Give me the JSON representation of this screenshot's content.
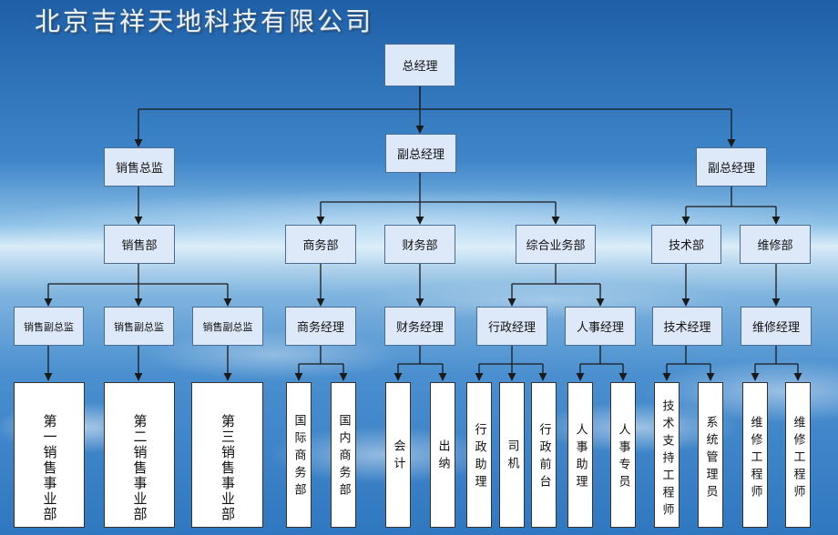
{
  "title": "北京吉祥天地科技有限公司",
  "nodes": {
    "gm": "总经理",
    "sales_director": "销售总监",
    "dgm1": "副总经理",
    "dgm2": "副总经理",
    "sales_dept": "销售部",
    "business_dept": "商务部",
    "finance_dept": "财务部",
    "general_dept": "综合业务部",
    "tech_dept": "技术部",
    "repair_dept": "维修部",
    "sales_deputy_1": "销售副总监",
    "sales_deputy_2": "销售副总监",
    "sales_deputy_3": "销售副总监",
    "business_mgr": "商务经理",
    "finance_mgr": "财务经理",
    "admin_mgr": "行政经理",
    "hr_mgr": "人事经理",
    "tech_mgr": "技术经理",
    "repair_mgr": "维修经理"
  },
  "leaves": {
    "sales_unit_1": "第一销售事业部",
    "sales_unit_2": "第二销售事业部",
    "sales_unit_3": "第三销售事业部",
    "intl_business": "国际商务部",
    "domestic_business": "国内商务部",
    "accountant": "会计",
    "cashier": "出纳",
    "admin_assistant": "行政助理",
    "driver": "司机",
    "admin_reception": "行政前台",
    "hr_assistant": "人事助理",
    "hr_specialist": "人事专员",
    "tech_support_engineer": "技术支持工程师",
    "system_admin": "系统管理员",
    "repair_engineer_1": "维修工程师",
    "repair_engineer_2": "维修工程师"
  },
  "colors": {
    "node_fill": "#dde9f8",
    "node_border": "#4a6d95",
    "leaf_fill": "#ffffff",
    "connector": "#1a1a1a"
  }
}
